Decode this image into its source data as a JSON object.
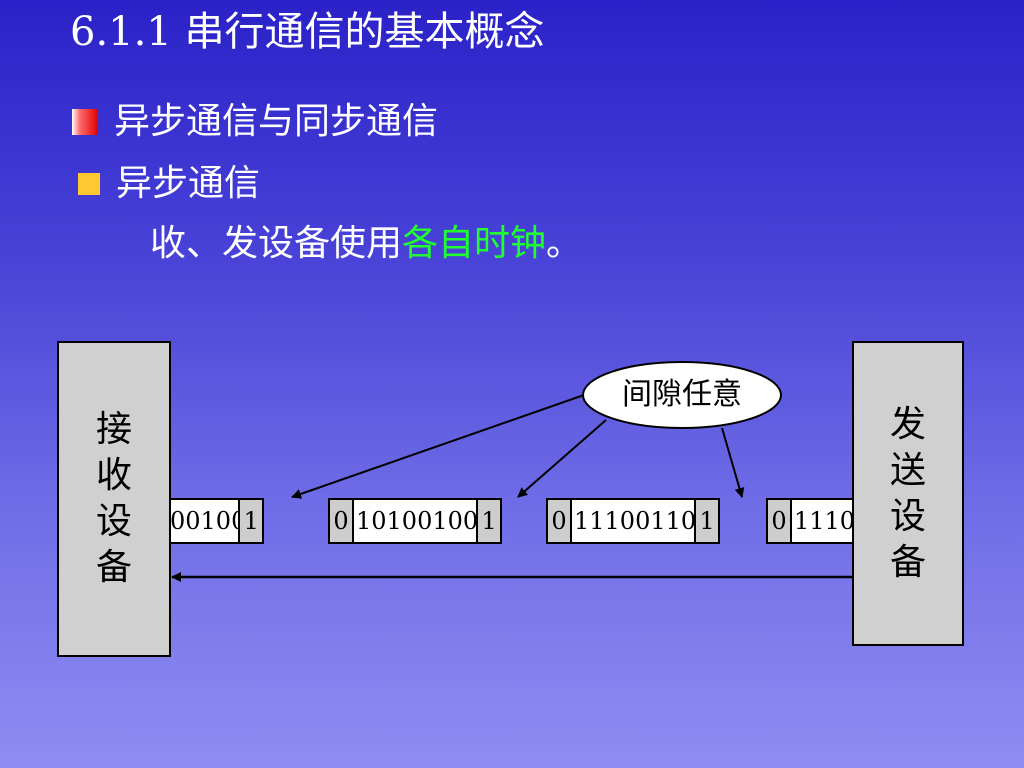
{
  "title": "6.1.1 串行通信的基本概念",
  "bullets": [
    {
      "text": "异步通信与同步通信"
    },
    {
      "text": "异步通信"
    }
  ],
  "note": {
    "prefix": "收、发设备使用",
    "highlight": "各自时钟",
    "suffix": "。"
  },
  "colors": {
    "highlight": "#20ff30",
    "bullet_red": "#e00000",
    "bullet_yellow": "#ffc830"
  },
  "diagram": {
    "receiver": [
      "接",
      "收",
      "设",
      "备"
    ],
    "sender": [
      "发",
      "送",
      "设",
      "备"
    ],
    "gap_label": "间隙任意",
    "frames": [
      {
        "start": "",
        "data": "00100",
        "end": "1"
      },
      {
        "start": "0",
        "data": "10100100",
        "end": "1"
      },
      {
        "start": "0",
        "data": "11100110",
        "end": "1"
      },
      {
        "start": "0",
        "data": "1110",
        "end": ""
      }
    ]
  }
}
